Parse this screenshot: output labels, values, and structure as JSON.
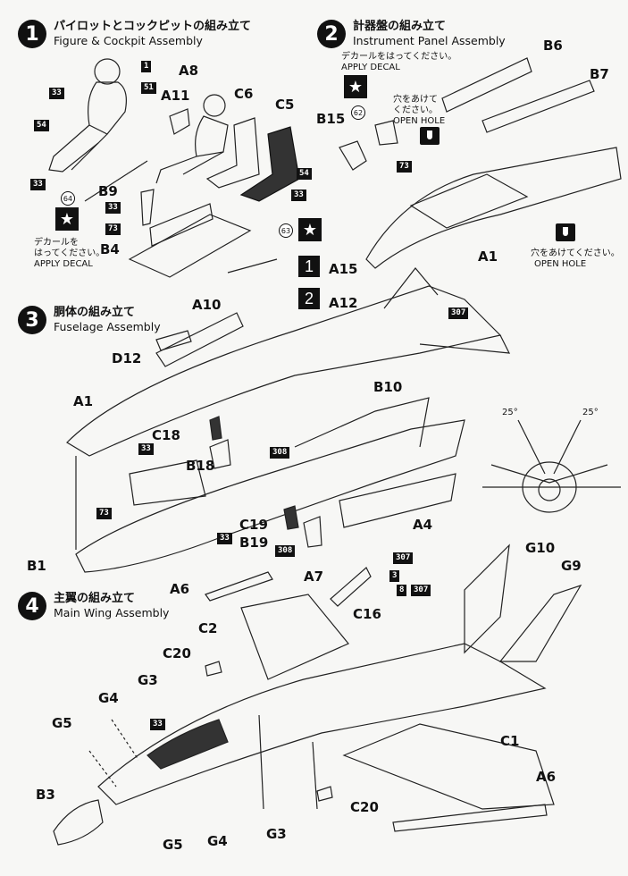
{
  "steps": [
    {
      "num": "1",
      "jp": "パイロットとコックピットの組み立て",
      "en": "Figure & Cockpit Assembly"
    },
    {
      "num": "2",
      "jp": "計器盤の組み立て",
      "en": "Instrument Panel Assembly"
    },
    {
      "num": "3",
      "jp": "胴体の組み立て",
      "en": "Fuselage Assembly"
    },
    {
      "num": "4",
      "jp": "主翼の組み立て",
      "en": "Main Wing Assembly"
    }
  ],
  "notes": {
    "decal_jp_a": "デカールを",
    "decal_jp_b": "はってください。",
    "decal_en": "APPLY DECAL",
    "decal2_jp": "デカールをはってください。",
    "hole_jp": "穴をあけて",
    "hole_jp_b": "ください。",
    "hole_en": "OPEN HOLE",
    "hole2_jp": "穴をあけてください。"
  },
  "labels": {
    "A8": "A8",
    "A11": "A11",
    "C6": "C6",
    "C5": "C5",
    "B9": "B9",
    "B4": "B4",
    "B6": "B6",
    "B7": "B7",
    "B15": "B15",
    "A1a": "A1",
    "A15": "A15",
    "A12": "A12",
    "A10": "A10",
    "D12": "D12",
    "A1b": "A1",
    "B10": "B10",
    "C18": "C18",
    "B18": "B18",
    "C19": "C19",
    "B19": "B19",
    "A4": "A4",
    "B1": "B1",
    "A6a": "A6",
    "A7": "A7",
    "C16": "C16",
    "G10": "G10",
    "G9": "G9",
    "C2": "C2",
    "C20a": "C20",
    "G3a": "G3",
    "G4a": "G4",
    "G5a": "G5",
    "B3": "B3",
    "G5b": "G5",
    "G4b": "G4",
    "G3b": "G3",
    "C20b": "C20",
    "C1": "C1",
    "A6b": "A6"
  },
  "badges": {
    "b1": "1",
    "b51": "51",
    "b33a": "33",
    "b54a": "54",
    "b33b": "33",
    "b64": "64",
    "b33c": "33",
    "b73a": "73",
    "b54b": "54",
    "b33d": "33",
    "b63": "63",
    "b62": "62",
    "b73b": "73",
    "b307a": "307",
    "b308a": "308",
    "b33e": "33",
    "b73c": "73",
    "b33f": "33",
    "b308b": "308",
    "b307b": "307",
    "b3": "3",
    "b8": "8",
    "b307c": "307",
    "b33g": "33"
  },
  "angles": {
    "left": "25°",
    "right": "25°"
  },
  "seat_marks": {
    "one": "1",
    "two": "2"
  }
}
